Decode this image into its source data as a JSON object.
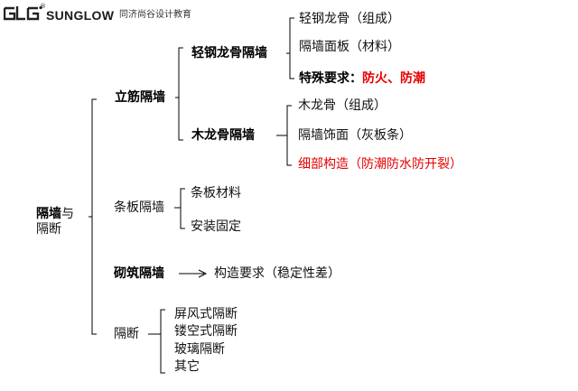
{
  "logo": {
    "brand": "SUNGLOW",
    "tagline": "同济尚谷设计教育",
    "registered": "®"
  },
  "diagram": {
    "root": {
      "line1": "隔墙与",
      "line2": "隔断",
      "bold_part": "隔墙",
      "rest_part": "与"
    },
    "stud_wall": {
      "label": "立筋隔墙",
      "light_steel": {
        "label": "轻钢龙骨隔墙",
        "items": [
          "轻钢龙骨（组成）",
          "隔墙面板（材料）"
        ],
        "special_label": "特殊要求：",
        "special_value": "防火、防潮"
      },
      "wood": {
        "label": "木龙骨隔墙",
        "items": [
          "木龙骨（组成）",
          "隔墙饰面（灰板条）"
        ],
        "detail": "细部构造（防潮防水防开裂）"
      }
    },
    "panel_wall": {
      "label": "条板隔墙",
      "items": [
        "条板材料",
        "安装固定"
      ]
    },
    "masonry_wall": {
      "label": "砌筑隔墙",
      "arrow": "→",
      "detail": "构造要求（稳定性差）"
    },
    "partition": {
      "label": "隔断",
      "items": [
        "屏风式隔断",
        "镂空式隔断",
        "玻璃隔断",
        "其它"
      ]
    }
  }
}
